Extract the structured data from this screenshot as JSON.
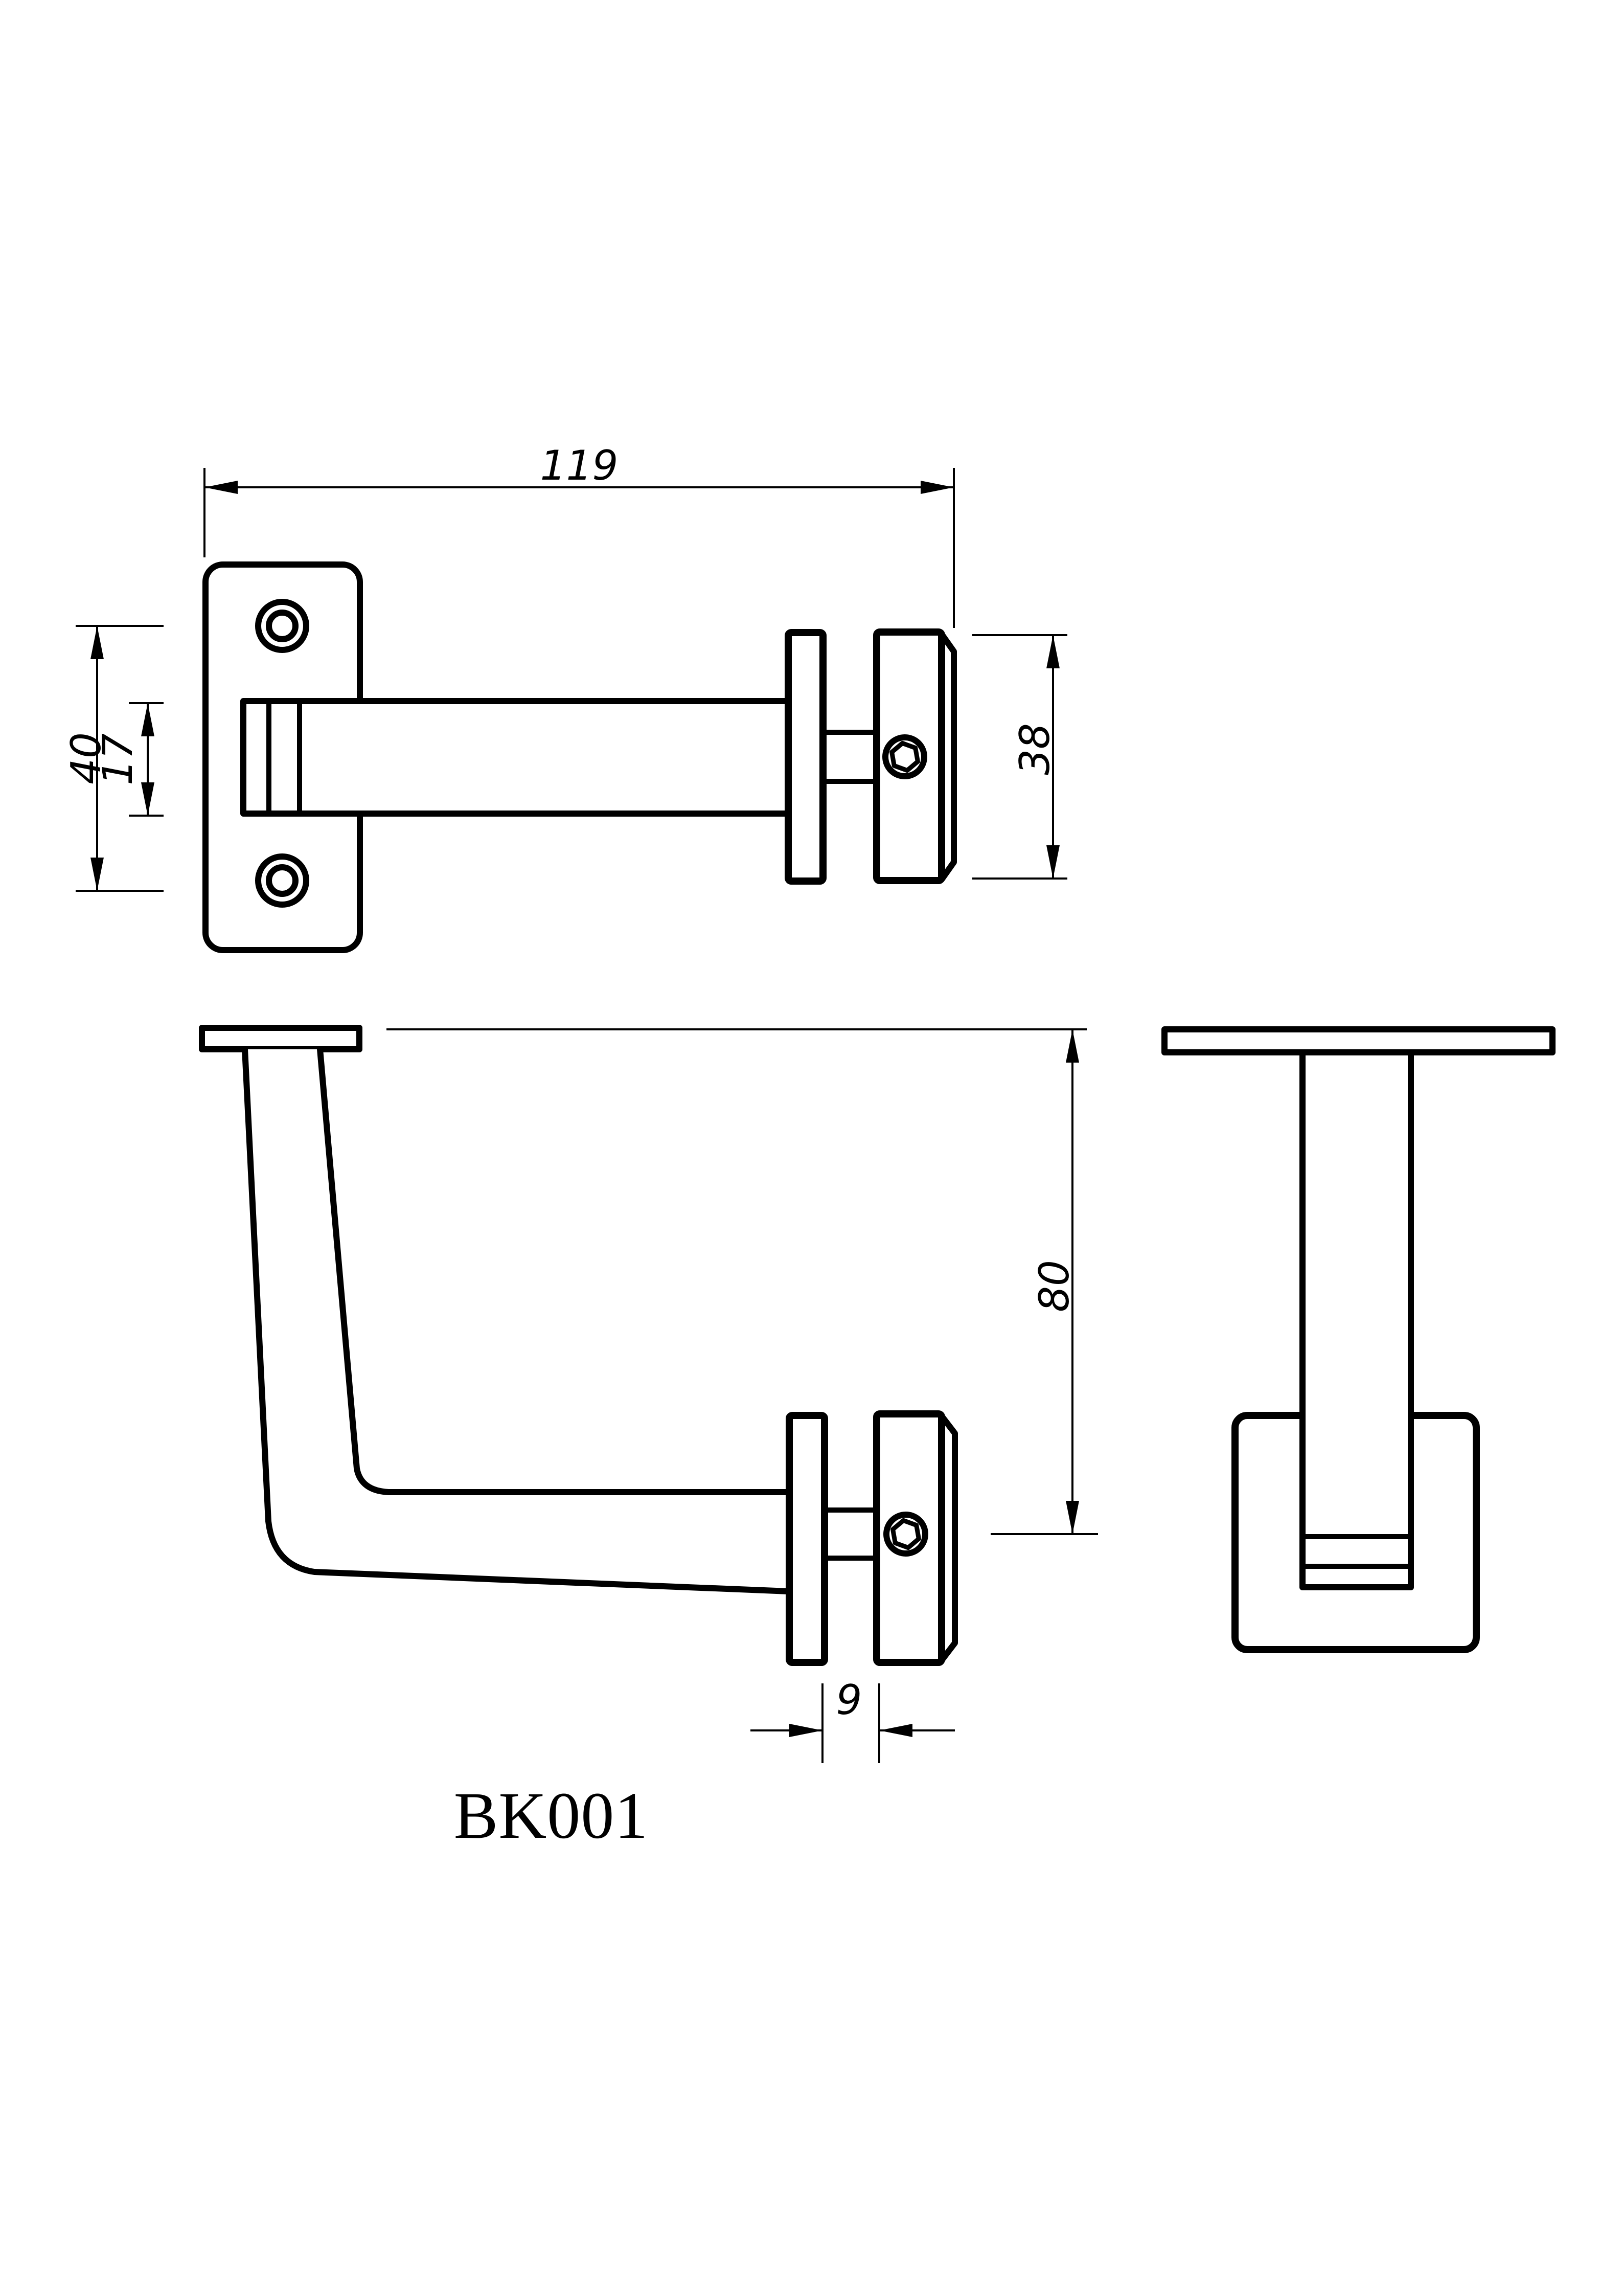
{
  "drawing": {
    "part_number": "BK001",
    "colors": {
      "line": "#000000",
      "background": "#ffffff"
    },
    "dimensions": {
      "overall_length": "119",
      "hole_spacing": "40",
      "arm_width": "17",
      "clamp_height": "38",
      "overall_height": "80",
      "glass_gap": "9"
    }
  }
}
